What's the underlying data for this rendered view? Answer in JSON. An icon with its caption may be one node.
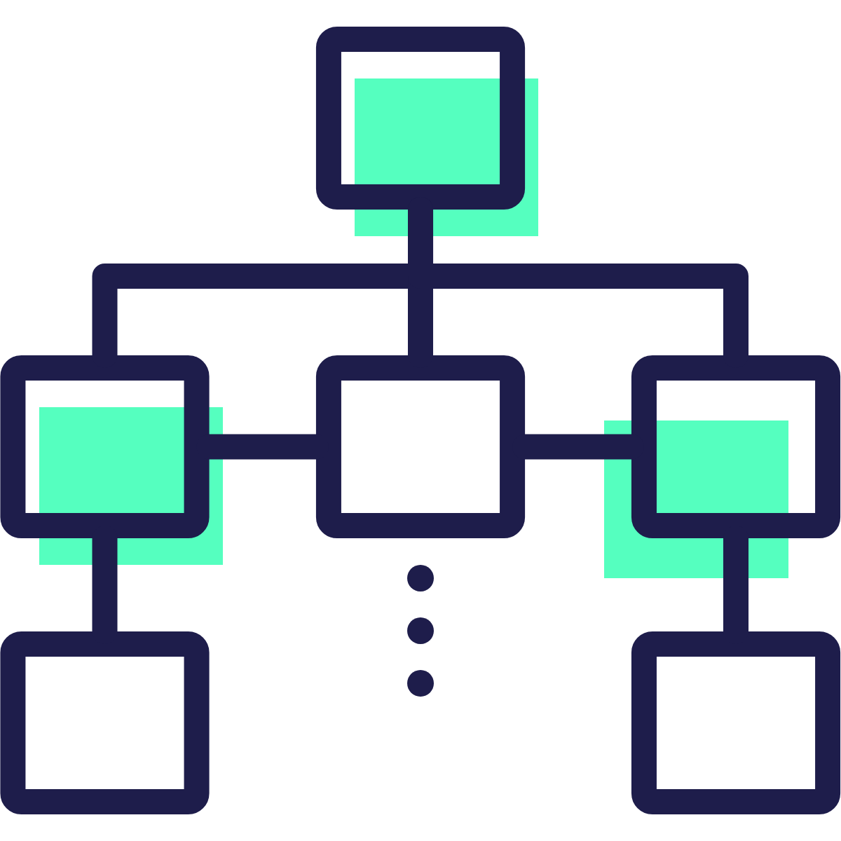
{
  "diagram": {
    "nodes": [
      {
        "text": [],
        "shape": "box"
      },
      {
        "text": [],
        "shape": "box"
      },
      {
        "text": [],
        "shape": "box"
      },
      {
        "text": [],
        "shape": "box"
      },
      {
        "text": [],
        "shape": "box"
      },
      {
        "text": [],
        "shape": "box"
      }
    ],
    "edges": [
      {
        "from": 0,
        "to": 1,
        "arrow": "none"
      },
      {
        "from": 0,
        "to": 2,
        "arrow": "none"
      },
      {
        "from": 0,
        "to": 3,
        "arrow": "none"
      },
      {
        "from": 1,
        "to": 2,
        "arrow": "none"
      },
      {
        "from": 2,
        "to": 3,
        "arrow": "none"
      },
      {
        "from": 1,
        "to": 4,
        "arrow": "none"
      },
      {
        "from": 3,
        "to": 5,
        "arrow": "none"
      }
    ]
  }
}
